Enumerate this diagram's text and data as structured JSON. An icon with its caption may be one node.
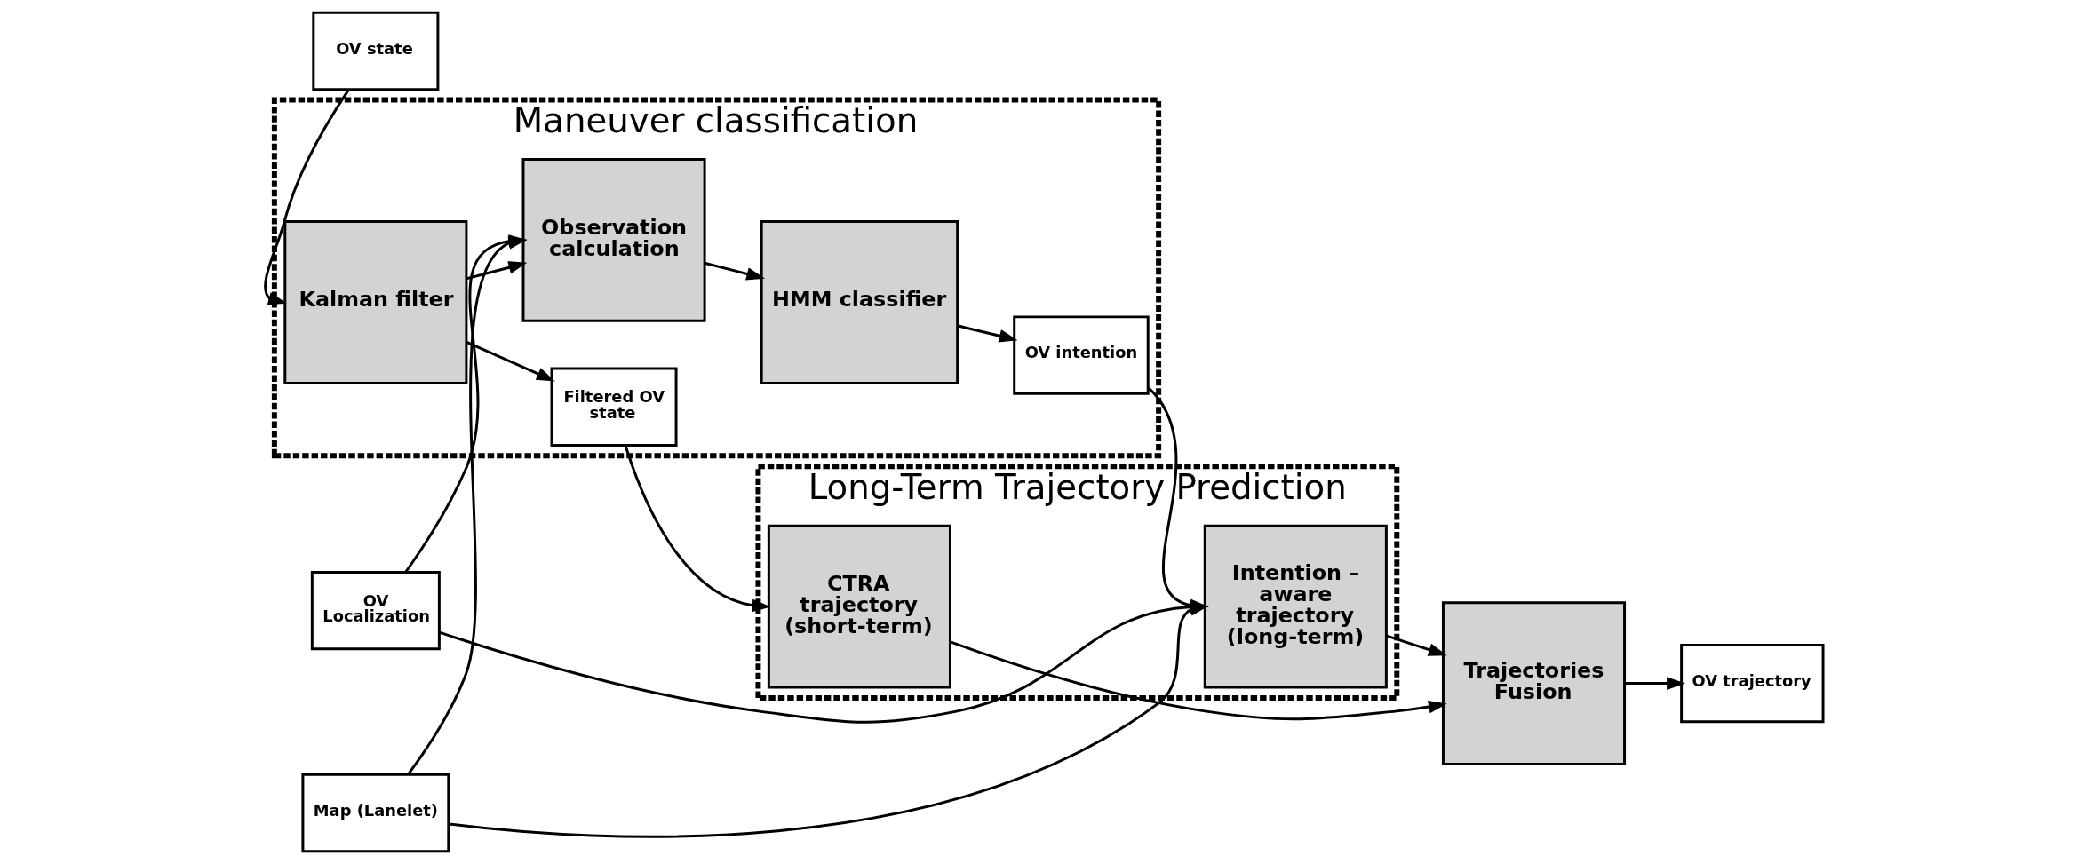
{
  "diagram": {
    "nodes": [
      {
        "text": [
          "Maneuver classification"
        ]
      },
      {
        "text": [
          "Long-Term Trajectory Prediction"
        ]
      },
      {
        "text": [
          "OV state"
        ]
      },
      {
        "text": [
          "Kalman filter"
        ],
        "in": 0
      },
      {
        "text": [
          "Filtered OV state"
        ],
        "in": 0
      },
      {
        "text": [
          "CTRA trajectory (short-term)"
        ],
        "in": 1
      },
      {
        "text": [
          "Trajectories Fusion"
        ]
      },
      {
        "text": [
          "OV trajectory"
        ]
      },
      {
        "text": [
          "OV Localization"
        ]
      },
      {
        "text": [
          "Observation calculation"
        ],
        "in": 0
      },
      {
        "text": [
          "HMM classifier"
        ],
        "in": 0
      },
      {
        "text": [
          "OV intention"
        ],
        "in": 0
      },
      {
        "text": [
          "Intention – aware trajectory (long-term)"
        ],
        "in": 1
      },
      {
        "text": [
          "Map (Lanelet)"
        ]
      }
    ],
    "edges": [
      {
        "from": 2,
        "to": 3,
        "arrow": "to"
      },
      {
        "from": 3,
        "to": 4,
        "arrow": "to"
      },
      {
        "from": 4,
        "to": 5,
        "arrow": "to"
      },
      {
        "from": 5,
        "to": 6,
        "arrow": "to"
      },
      {
        "from": 6,
        "to": 7,
        "arrow": "to"
      },
      {
        "from": 3,
        "to": 9,
        "arrow": "to"
      },
      {
        "from": 8,
        "to": 12,
        "arrow": "to"
      },
      {
        "from": 8,
        "to": 9,
        "arrow": "to"
      },
      {
        "from": 13,
        "to": 9,
        "arrow": "to"
      },
      {
        "from": 9,
        "to": 10,
        "arrow": "to"
      },
      {
        "from": 10,
        "to": 11,
        "arrow": "to"
      },
      {
        "from": 11,
        "to": 12,
        "arrow": "to"
      },
      {
        "from": 12,
        "to": 6,
        "arrow": "to"
      },
      {
        "from": 13,
        "to": 12,
        "arrow": "to"
      }
    ]
  }
}
